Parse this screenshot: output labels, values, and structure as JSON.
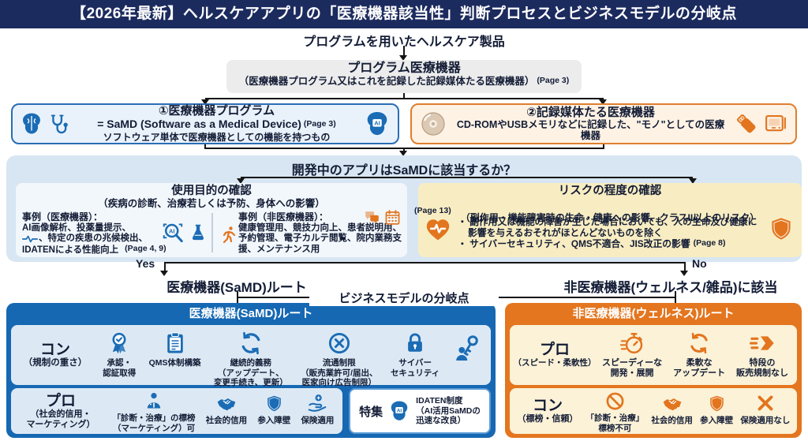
{
  "title_bar": {
    "title": "【2026年最新】ヘルスケアアプリの「医療機器該当性」判断プロセスとビジネスモデルの分岐点"
  },
  "flow": {
    "top_label": "プログラムを用いたヘルスケア製品",
    "program_device": {
      "title": "プログラム医療機器",
      "subtitle": "（医療機器プログラム又はこれを記録した記録媒体たる医療機器）",
      "page_ref": "(Page 3)"
    },
    "samd_definition": {
      "title": "①医療機器プログラム",
      "equation": "= SaMD (Software as a Medical Device)",
      "page_ref": "(Page 3)",
      "description": "ソフトウェア単体で医療機器としての機能を持つもの",
      "icons": [
        "brain-icon",
        "stethoscope-icon",
        "brain-ai-icon"
      ]
    },
    "storage_media": {
      "title": "②記録媒体たる医療機器",
      "description": "CD-ROMやUSBメモリなどに記録した、\"モノ\"としての医療機器",
      "icons": [
        "cd-icon",
        "usb-icon",
        "device-icon"
      ]
    },
    "question": "開発中のアプリはSaMDに該当するか？",
    "purpose_check": {
      "title": "使用目的の確認",
      "subtitle": "（疾病の診断、治療若しくは予防、身体への影響）",
      "medical": {
        "label": "事例（医療機器）：",
        "line1": "AI画像解析、投薬量提示、",
        "line2": "、特定の疾患の兆候検出、",
        "line3": "IDATENによる性能向上",
        "page_ref": "(Page 4, 9)",
        "icons": [
          "pulse-icon",
          "ai-search-icon",
          "flask-icon"
        ]
      },
      "non_medical": {
        "label": "事例（非医療機器）：",
        "text": "健康管理用、競技力向上、患者説明用、予約管理、電子カルテ閲覧、院内業務支援、メンテナンス用",
        "icons": [
          "runner-icon",
          "chat-icon",
          "calendar-icon"
        ]
      }
    },
    "risk_check": {
      "title": "リスクの程度の確認",
      "subtitle": "（副作用・機能障害時の生命・健康への影響、クラスII以上のリスク）",
      "page_ref": "(Page 13)",
      "bullet1": "・ 副作用又は機能の障害が生じた場合においても、人の生命及び健康に影響を与えるおそれがほとんどないものを除く",
      "bullet2": "・ サイバーセキュリティ、QMS不適合、JIS改正の影響",
      "bullet2_page_ref": "(Page 8)",
      "icons": [
        "heart-pulse-icon",
        "shield-icon"
      ]
    },
    "yes_label": "Yes",
    "no_label": "No",
    "yes_result": "医療機器(SaMD)ルート",
    "no_result": "非医療機器(ウェルネス/雑品)に該当",
    "branch_point_label": "ビジネスモデルの分岐点"
  },
  "samd_route": {
    "title": "医療機器(SaMD)ルート",
    "cons": {
      "label": "コン",
      "sublabel": "（規制の重さ）",
      "items": [
        {
          "icon": "medal-icon",
          "label": "承認・\n認証取得"
        },
        {
          "icon": "clipboard-icon",
          "label": "QMS体制構築"
        },
        {
          "icon": "refresh-icon",
          "label": "継続的義務\n（アップデート、\n変更手続き、更新）"
        },
        {
          "icon": "restricted-icon",
          "label": "流通制限\n（販売業許可/届出、\n医家向け広告制限）"
        },
        {
          "icon": "lock-icon",
          "label": "サイバー\nセキュリティ"
        },
        {
          "icon": "person-key-icon",
          "label": ""
        }
      ]
    },
    "pros": {
      "label": "プロ",
      "sublabel": "（社会的信用・\nマーケティング）",
      "items": [
        {
          "icon": "doctor-icon",
          "label": "「診断・治療」の標榜\n（マーケティング）可"
        },
        {
          "icon": "handshake-icon",
          "label": "社会的信用"
        },
        {
          "icon": "shield-icon",
          "label": "参入障壁"
        },
        {
          "icon": "hand-coin-icon",
          "label": "保険適用"
        }
      ]
    },
    "feature": {
      "label": "特集",
      "icon": "brain-ai-icon",
      "text": "IDATEN制度\n（AI活用SaMDの\n迅速な改良）"
    }
  },
  "wellness_route": {
    "title": "非医療機器(ウェルネス)ルート",
    "pros": {
      "label": "プロ",
      "sublabel": "（スピード・柔軟性）",
      "items": [
        {
          "icon": "stopwatch-icon",
          "label": "スピーディーな\n開発・展開"
        },
        {
          "icon": "refresh-icon",
          "label": "柔軟な\nアップデート"
        },
        {
          "icon": "speed-icon",
          "label": "特段の\n販売規制なし"
        }
      ]
    },
    "cons": {
      "label": "コン",
      "sublabel": "（標榜・信頼）",
      "items": [
        {
          "icon": "prohibited-icon",
          "label": "「診断・治療」\n標榜不可"
        },
        {
          "icon": "handshake-icon",
          "label": "社会的信用"
        },
        {
          "icon": "shield-icon",
          "label": "参入障壁"
        },
        {
          "icon": "x-icon",
          "label": "保険適用なし"
        }
      ]
    }
  },
  "colors": {
    "title_bar_bg": "#1c2b5e",
    "blue_accent": "#1b6cb5",
    "blue_route_bg": "#1668b3",
    "blue_panel": "#dce9f4",
    "section_bg": "#d7e6f2",
    "purpose_bg": "#f2f7fb",
    "risk_bg": "#f8edc2",
    "orange_accent": "#e2751e",
    "orange_route_bg": "#e4761f",
    "cream_panel": "#fbf2d7"
  }
}
